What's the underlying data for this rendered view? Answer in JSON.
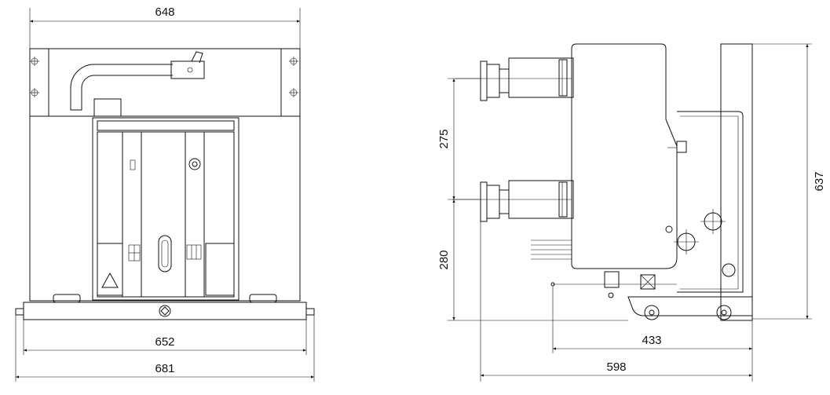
{
  "colors": {
    "stroke": "#111111",
    "background": "#ffffff"
  },
  "front_view": {
    "dims": {
      "top_width": "648",
      "bottom_width_inner": "652",
      "bottom_width_outer": "681"
    }
  },
  "side_view": {
    "dims": {
      "pitch": "275",
      "lower_height": "280",
      "total_height": "637",
      "depth_inner": "433",
      "depth_outer": "598"
    }
  }
}
